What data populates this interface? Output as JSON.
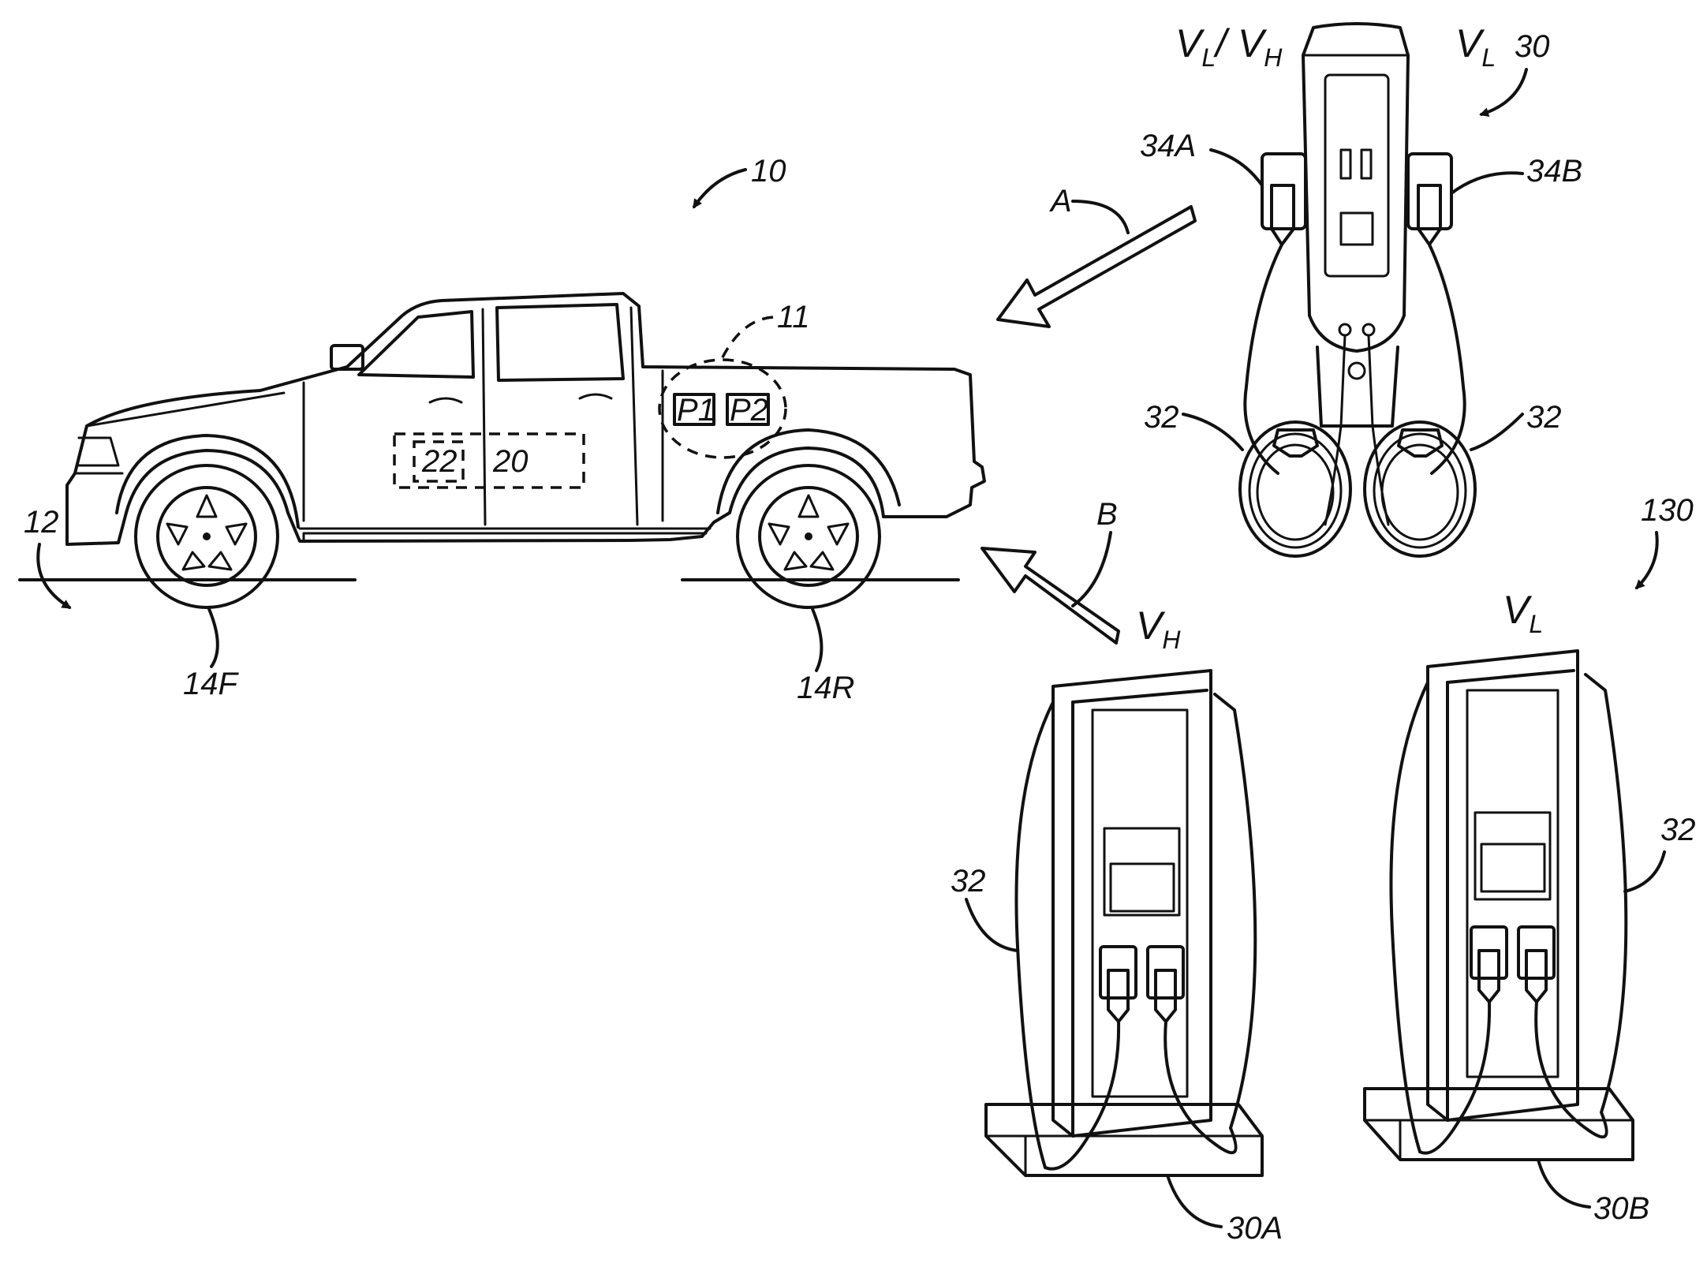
{
  "labels": {
    "vehicle": "10",
    "charge_port_region": "11",
    "ground": "12",
    "front_wheel": "14F",
    "rear_wheel": "14R",
    "battery": "20",
    "controller": "22",
    "port_1": "P1",
    "port_2": "P2",
    "wall_charger": "30",
    "cord_left": "32",
    "cord_right": "32",
    "cord_30a": "32",
    "cord_30b": "32",
    "connector_a": "34A",
    "connector_b": "34B",
    "station_group": "130",
    "station_a": "30A",
    "station_b": "30B",
    "arrow_a": "A",
    "arrow_b": "B"
  },
  "voltages": {
    "wall_left_main": "V",
    "wall_left_sub1": "L",
    "wall_left_slash": "/ V",
    "wall_left_sub2": "H",
    "wall_right_main": "V",
    "wall_right_sub": "L",
    "station_a_main": "V",
    "station_a_sub": "H",
    "station_b_main": "V",
    "station_b_sub": "L"
  },
  "icons": {
    "truck": "pickup-truck-icon",
    "wall_charger": "wall-charger-icon",
    "station": "charging-station-icon"
  }
}
